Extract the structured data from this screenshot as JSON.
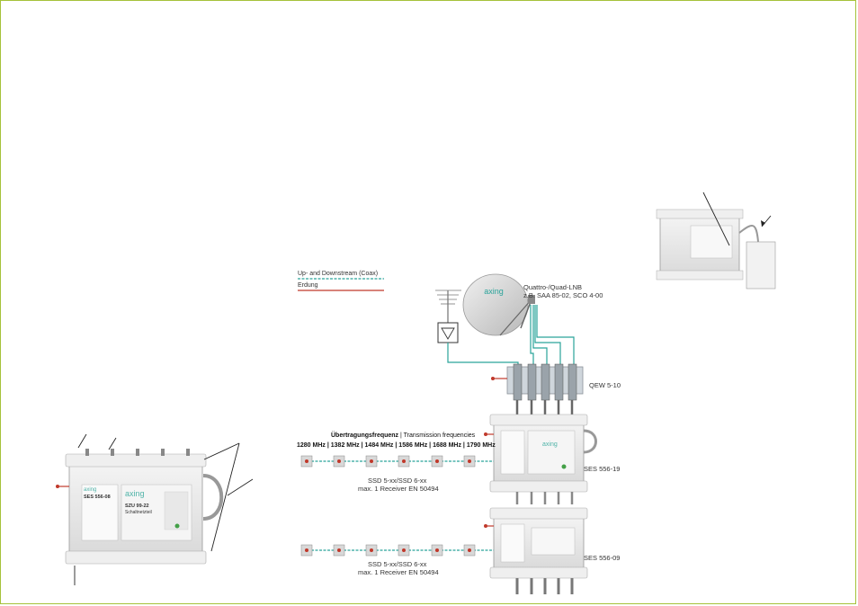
{
  "legend": {
    "coax": "Up- and Downstream (Coax)",
    "earth": "Erdung"
  },
  "lnb": {
    "line1": "Quattro-/Quad-LNB",
    "line2": "z.B. SAA 85-02, SCO 4-00",
    "dish_brand": "axing"
  },
  "devices": {
    "qew": "QEW 5-10",
    "ses19": "SES 556-19",
    "ses09": "SES 556-09",
    "ses08_brand": "axing",
    "ses08_model": "SES 556-08",
    "szu_model": "SZU 99-22",
    "szu_sub": "Schaltnetzteil"
  },
  "frequencies": {
    "heading_de": "Übertragungsfrequenz",
    "heading_en": "| Transmission frequencies",
    "values": [
      "1280 MHz",
      "1382 MHz",
      "1484 MHz",
      "1586 MHz",
      "1688 MHz",
      "1790 MHz"
    ],
    "separator": " | "
  },
  "branch1": {
    "line1": "SSD 5-xx/SSD 6-xx",
    "line2": "max. 1 Receiver EN 50494"
  },
  "branch2": {
    "line1": "SSD 5-xx/SSD 6-xx",
    "line2": "max. 1 Receiver EN 50494"
  },
  "colors": {
    "coax": "#2aa39a",
    "earth": "#c0392b",
    "device": "#e8e8e8",
    "accent": "#4fb3a8",
    "frame": "#a5c23a"
  }
}
